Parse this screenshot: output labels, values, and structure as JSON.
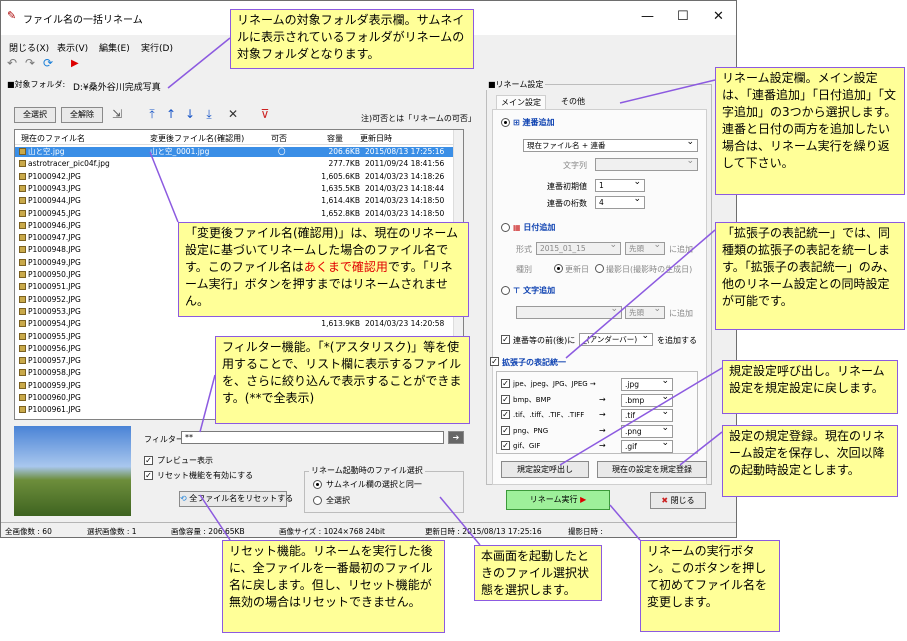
{
  "window": {
    "title": "ファイル名の一括リネーム",
    "menu": [
      "閉じる(X)",
      "表示(V)",
      "編集(E)",
      "実行(D)"
    ],
    "folder_label": "■対象フォルダ:",
    "folder_value": "D:¥桑外谷川完成写真"
  },
  "file_toolbar": {
    "select_all": "全選択",
    "deselect_all": "全解除",
    "note": "注)可否とは「リネームの可否」"
  },
  "file_list": {
    "headers": [
      "現在のファイル名",
      "変更後ファイル名(確認用)",
      "可否",
      "容量",
      "更新日時"
    ],
    "rows": [
      {
        "name": "山と空.jpg",
        "new_name": "山と空_0001.jpg",
        "ok": "〇",
        "size": "206.6KB",
        "date": "2015/08/13 17:25:16",
        "selected": true
      },
      {
        "name": "astrotracer_pic04f.jpg",
        "new_name": "",
        "ok": "",
        "size": "277.7KB",
        "date": "2011/09/24 18:41:56",
        "selected": false
      },
      {
        "name": "P1000942.JPG",
        "new_name": "",
        "ok": "",
        "size": "1,605.6KB",
        "date": "2014/03/23 14:18:26",
        "selected": false
      },
      {
        "name": "P1000943.JPG",
        "new_name": "",
        "ok": "",
        "size": "1,635.5KB",
        "date": "2014/03/23 14:18:44",
        "selected": false
      },
      {
        "name": "P1000944.JPG",
        "new_name": "",
        "ok": "",
        "size": "1,614.4KB",
        "date": "2014/03/23 14:18:50",
        "selected": false
      },
      {
        "name": "P1000945.JPG",
        "new_name": "",
        "ok": "",
        "size": "1,652.8KB",
        "date": "2014/03/23 14:18:50",
        "selected": false
      },
      {
        "name": "P1000946.JPG",
        "new_name": "",
        "ok": "",
        "size": "",
        "date": "",
        "selected": false
      },
      {
        "name": "P1000947.JPG",
        "new_name": "",
        "ok": "",
        "size": "",
        "date": "",
        "selected": false
      },
      {
        "name": "P1000948.JPG",
        "new_name": "",
        "ok": "",
        "size": "",
        "date": "",
        "selected": false
      },
      {
        "name": "P1000949.JPG",
        "new_name": "",
        "ok": "",
        "size": "",
        "date": "",
        "selected": false
      },
      {
        "name": "P1000950.JPG",
        "new_name": "",
        "ok": "",
        "size": "",
        "date": "",
        "selected": false
      },
      {
        "name": "P1000951.JPG",
        "new_name": "",
        "ok": "",
        "size": "",
        "date": "",
        "selected": false
      },
      {
        "name": "P1000952.JPG",
        "new_name": "",
        "ok": "",
        "size": "",
        "date": "",
        "selected": false
      },
      {
        "name": "P1000953.JPG",
        "new_name": "",
        "ok": "",
        "size": "",
        "date": "",
        "selected": false
      },
      {
        "name": "P1000954.JPG",
        "new_name": "",
        "ok": "",
        "size": "1,613.9KB",
        "date": "2014/03/23 14:20:58",
        "selected": false
      },
      {
        "name": "P1000955.JPG",
        "new_name": "",
        "ok": "",
        "size": "",
        "date": "",
        "selected": false
      },
      {
        "name": "P1000956.JPG",
        "new_name": "",
        "ok": "",
        "size": "",
        "date": "",
        "selected": false
      },
      {
        "name": "P1000957.JPG",
        "new_name": "",
        "ok": "",
        "size": "",
        "date": "",
        "selected": false
      },
      {
        "name": "P1000958.JPG",
        "new_name": "",
        "ok": "",
        "size": "",
        "date": "",
        "selected": false
      },
      {
        "name": "P1000959.JPG",
        "new_name": "",
        "ok": "",
        "size": "",
        "date": "",
        "selected": false
      },
      {
        "name": "P1000960.JPG",
        "new_name": "",
        "ok": "",
        "size": "",
        "date": "",
        "selected": false
      },
      {
        "name": "P1000961.JPG",
        "new_name": "",
        "ok": "",
        "size": "",
        "date": "",
        "selected": false
      }
    ]
  },
  "bottom": {
    "filter_label": "フィルター",
    "filter_value": "**",
    "preview_label": "プレビュー表示",
    "reset_enable_label": "リセット機能を有効にする",
    "reset_button": "全ファイル名をリセットする",
    "startup_group": "リネーム起動時のファイル選択",
    "startup_opt1": "サムネイル欄の選択と同一",
    "startup_opt2": "全選択"
  },
  "rename_panel": {
    "group_title": "■リネーム設定",
    "tab_main": "メイン設定",
    "tab_other": "その他",
    "serial_title": "連番追加",
    "serial_mode": "現在ファイル名 + 連番",
    "string_label": "文字列",
    "start_label": "連番初期値",
    "start_value": "1",
    "digits_label": "連番の桁数",
    "digits_value": "4",
    "date_title": "日付追加",
    "format_label": "形式",
    "format_value": "2015_01_15",
    "date_pos": "先頭",
    "date_add": "に追加",
    "type_label": "種別",
    "type_opt1": "更新日",
    "type_opt2": "撮影日(撮影時の生成日)",
    "text_title": "文字追加",
    "text_pos": "先頭",
    "text_add": "に追加",
    "sep_label": "連番等の前(後)に",
    "sep_value": "_(アンダーバー)",
    "sep_add": "を追加する",
    "ext_title": "拡張子の表記統一",
    "ext_rows": [
      {
        "from": "jpe、jpeg、JPG、JPEG →",
        "to": ".jpg"
      },
      {
        "from": "bmp、BMP",
        "to": ".bmp"
      },
      {
        "from": ".tif、.tiff、.TIF、.TIFF",
        "to": ".tif"
      },
      {
        "from": "png、PNG",
        "to": ".png"
      },
      {
        "from": "gif、GIF",
        "to": ".gif"
      }
    ],
    "arrow": "→",
    "default_load": "規定設定呼出し",
    "default_save": "現在の設定を規定登録",
    "exec_button": "リネーム実行",
    "close_button": "閉じる"
  },
  "status_bar": {
    "total": "全画像数 : 60",
    "selected": "選択画像数 : 1",
    "size": "画像容量 : 206.65KB",
    "dims": "画像サイズ : 1024×768 24bit",
    "modified": "更新日時 : 2015/08/13 17:25:16",
    "shot": "撮影日時 :"
  },
  "callouts": {
    "folder": "リネームの対象フォルダ表示欄。サムネイルに表示されているフォルダがリネームの対象フォルダとなります。",
    "newname_a": "「変更後ファイル名(確認用)」は、現在のリネーム設定に基づいてリネームした場合のファイル名です。このファイル名は",
    "newname_red": "あくまで確認用",
    "newname_b": "です。「リネーム実行」ボタンを押すまではリネームされません。",
    "filter": "フィルター機能。「*(アスタリスク)」等を使用することで、リスト欄に表示するファイルを、さらに絞り込んで表示することができます。(**で全表示)",
    "reset": "リセット機能。リネームを実行した後に、全ファイルを一番最初のファイル名に戻します。但し、リセット機能が無効の場合はリセットできません。",
    "startup": "本画面を起動したときのファイル選択状態を選択します。",
    "exec": "リネームの実行ボタン。このボタンを押して初めてファイル名を変更します。",
    "settings": "リネーム設定欄。メイン設定は、「連番追加」「日付追加」「文字追加」の3つから選択します。連番と日付の両方を追加したい場合は、リネーム実行を繰り返して下さい。",
    "ext": "「拡張子の表記統一」では、同種類の拡張子の表記を統一します。「拡張子の表記統一」のみ、他のリネーム設定との同時設定が可能です。",
    "load": "規定設定呼び出し。リネーム設定を規定設定に戻します。",
    "save": "設定の規定登録。現在のリネーム設定を保存し、次回以降の起動時設定とします。"
  }
}
